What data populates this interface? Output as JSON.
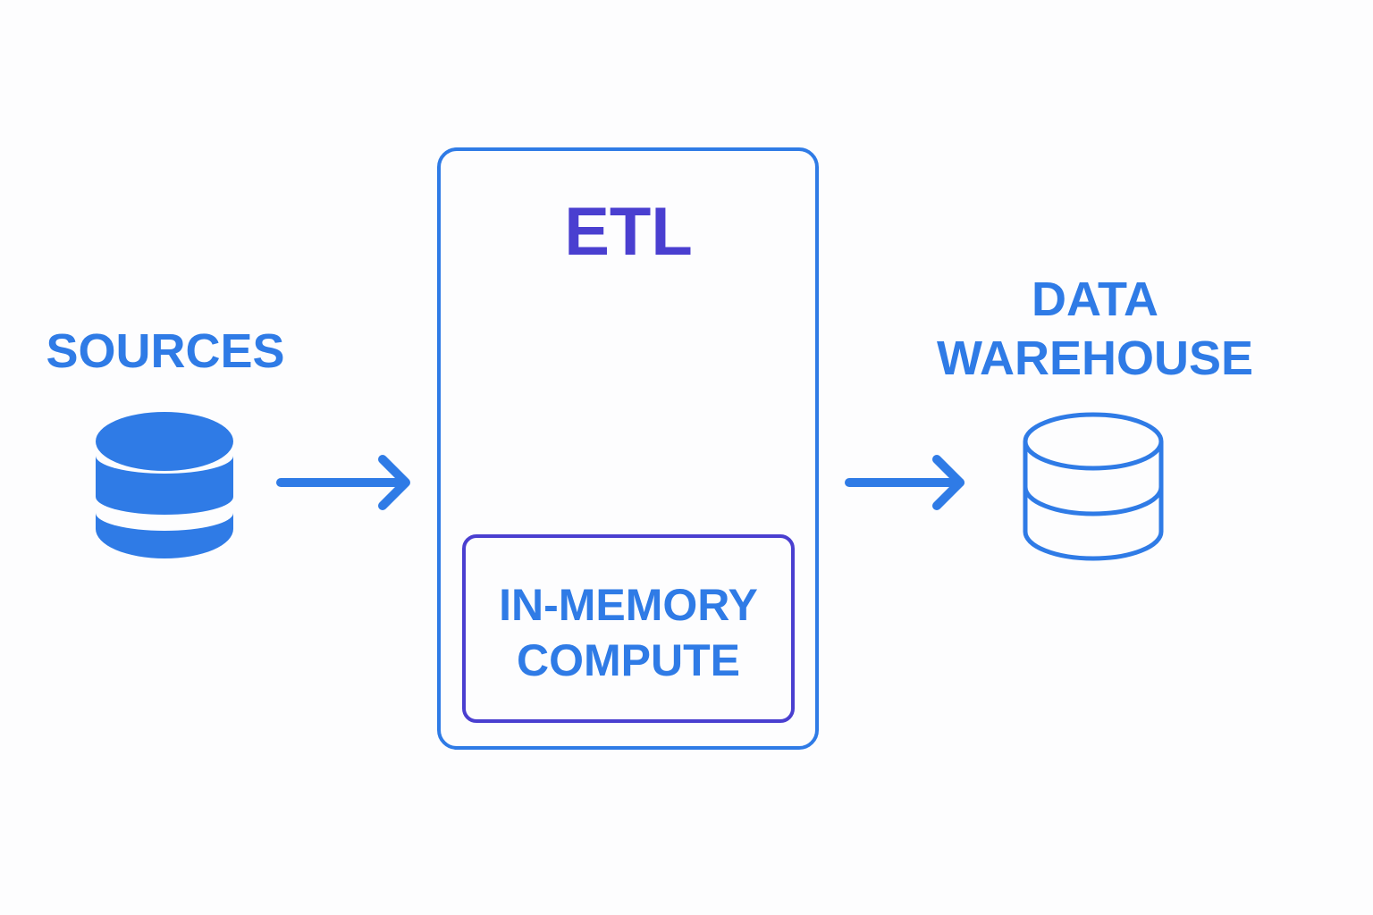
{
  "diagram": {
    "sources_label": "SOURCES",
    "etl_label": "ETL",
    "compute_label_line1": "IN-MEMORY",
    "compute_label_line2": "COMPUTE",
    "warehouse_label_line1": "DATA",
    "warehouse_label_line2": "WAREHOUSE"
  },
  "colors": {
    "primary_blue": "#2f7be6",
    "accent_purple": "#4a3fd0",
    "background": "#fdfdfe"
  },
  "icons": {
    "sources": "database-filled-icon",
    "warehouse": "database-outline-icon",
    "flow": "arrow-right-icon"
  }
}
